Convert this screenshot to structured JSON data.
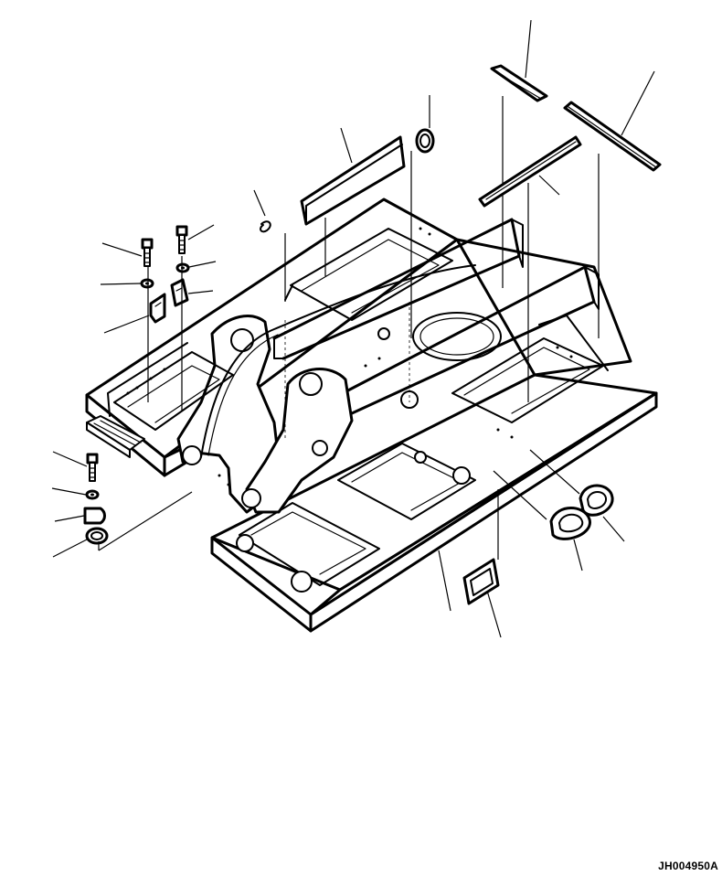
{
  "diagram": {
    "drawing_code": "JH004950A",
    "line_color": "#000000",
    "background_color": "#ffffff",
    "parts": [
      "cover-strip-top-right",
      "cover-strip-right",
      "seal-strip-center",
      "grommet-top",
      "cover-plate-upper",
      "clip",
      "bolt-left-a",
      "bolt-left-b",
      "washer-left-a",
      "washer-left-b",
      "bracket-left-a",
      "bracket-left-b",
      "bolt-lower-left",
      "washer-lower-left",
      "plate-lower-left",
      "grommet-lower-left",
      "grommet-lower-right-a",
      "grommet-lower-right-b",
      "cover-plate-bottom",
      "revolving-frame"
    ]
  }
}
